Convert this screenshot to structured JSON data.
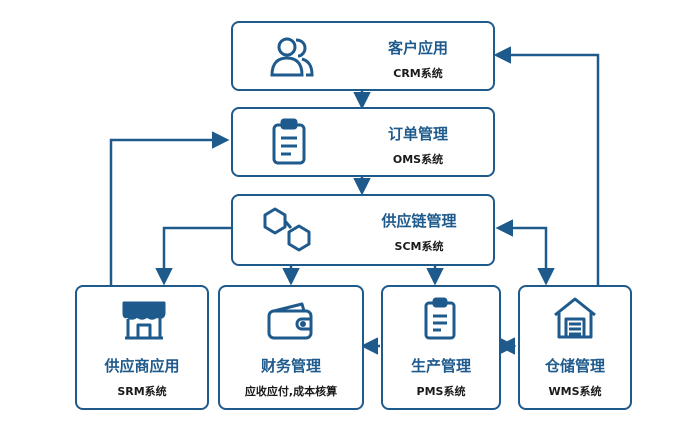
{
  "accent_color": "#1f5a8c",
  "nodes": {
    "crm": {
      "title": "客户应用",
      "subtitle": "CRM系统",
      "icon": "users-icon"
    },
    "oms": {
      "title": "订单管理",
      "subtitle": "OMS系统",
      "icon": "clipboard-icon"
    },
    "scm": {
      "title": "供应链管理",
      "subtitle": "SCM系统",
      "icon": "chain-link-icon"
    },
    "srm": {
      "title": "供应商应用",
      "subtitle": "SRM系统",
      "icon": "storefront-icon"
    },
    "finance": {
      "title": "财务管理",
      "subtitle": "应收应付,成本核算",
      "icon": "wallet-icon"
    },
    "pms": {
      "title": "生产管理",
      "subtitle": "PMS系统",
      "icon": "clipboard-list-icon"
    },
    "wms": {
      "title": "仓储管理",
      "subtitle": "WMS系统",
      "icon": "warehouse-icon"
    }
  }
}
